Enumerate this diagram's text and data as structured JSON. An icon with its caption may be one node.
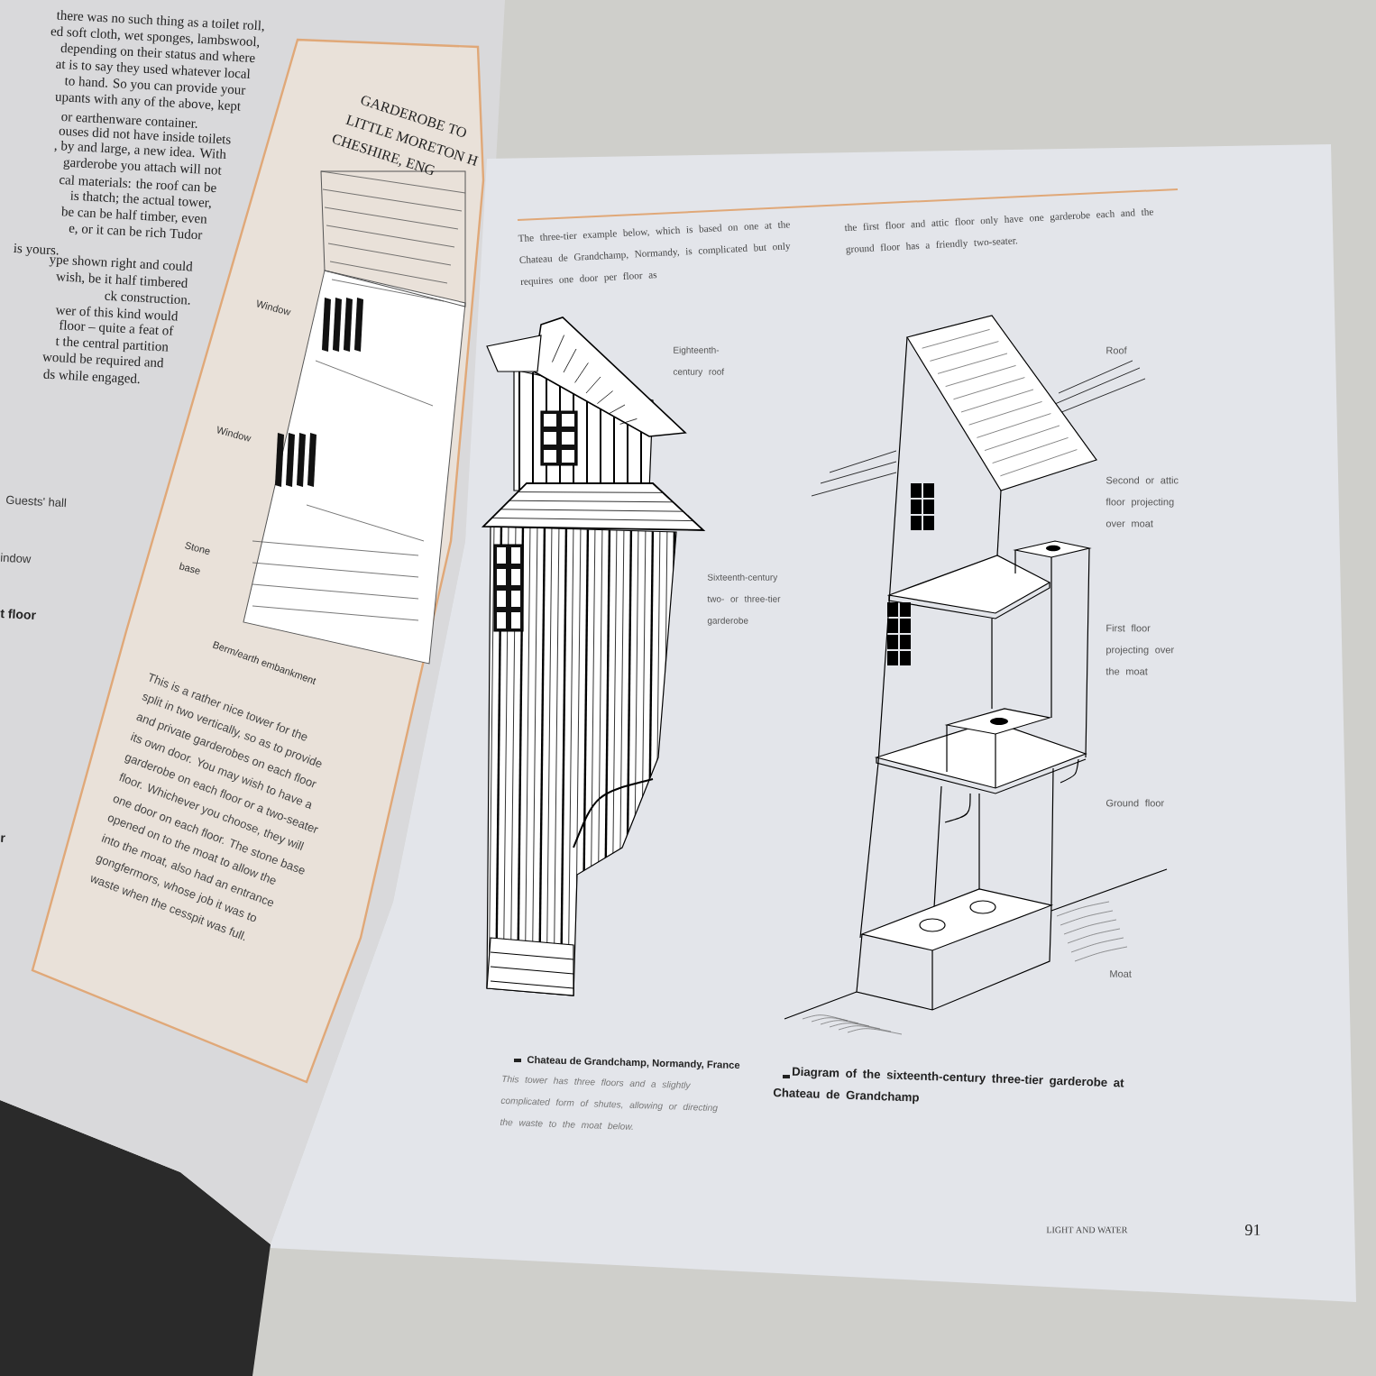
{
  "diagram": {
    "labels": [
      "there was no such thing as a toilet roll,",
      "ed soft cloth, wet sponges, lambswool,",
      "depending on their status and where",
      "at is to say they used whatever local",
      "to hand. So you can provide your",
      "upants with any of the above, kept",
      "or earthenware container.",
      "ouses did not have inside toilets",
      ", by and large, a new idea. With",
      "garderobe you attach will not",
      "cal materials: the roof can be",
      "is thatch; the actual tower,",
      "be can be half timber, even",
      "e, or it can be rich Tudor",
      "is yours.",
      "ype shown right and could",
      "wish, be it half timbered",
      "ck construction.",
      "wer of this kind would",
      "floor – quite a feat of",
      "t the central partition",
      "would be required and",
      "ds while engaged.",
      "Guests' hall",
      "indow",
      "t floor",
      "r",
      "GARDEROBE TO",
      "LITTLE MORETON H",
      "CHESHIRE, ENG",
      "Window",
      "Window",
      "Stone base",
      "Berm/earth embankment",
      "This is a rather nice tower for the",
      "split in two vertically, so as to provide",
      "and private garderobes on each floor",
      "its own door. You may wish to have a",
      "garderobe on each floor or a two-seater",
      "floor. Whichever you choose, they will",
      "one door on each floor. The stone base",
      "opened on to the moat to allow the",
      "into the moat, also had an entrance",
      "gongfermors, whose job it was to",
      "waste when the cesspit was full.",
      "The three-tier example below, which is based on one at the Chateau de Grandchamp, Normandy, is complicated but only requires one door per floor as",
      "the first floor and attic floor only have one garderobe each and the ground floor has a friendly two-seater.",
      "Eighteenth-century roof",
      "Sixteenth-century two- or three-tier garderobe",
      "Roof",
      "Second or attic floor projecting over moat",
      "First floor projecting over the moat",
      "Ground floor",
      "Moat",
      "Chateau de Grandchamp, Normandy, France",
      "This tower has three floors and a slightly complicated form of shutes, allowing or directing the waste to the moat below.",
      "Diagram of the sixteenth-century three-tier garderobe at Chateau de Grandchamp",
      "LIGHT AND WATER",
      "91"
    ]
  }
}
